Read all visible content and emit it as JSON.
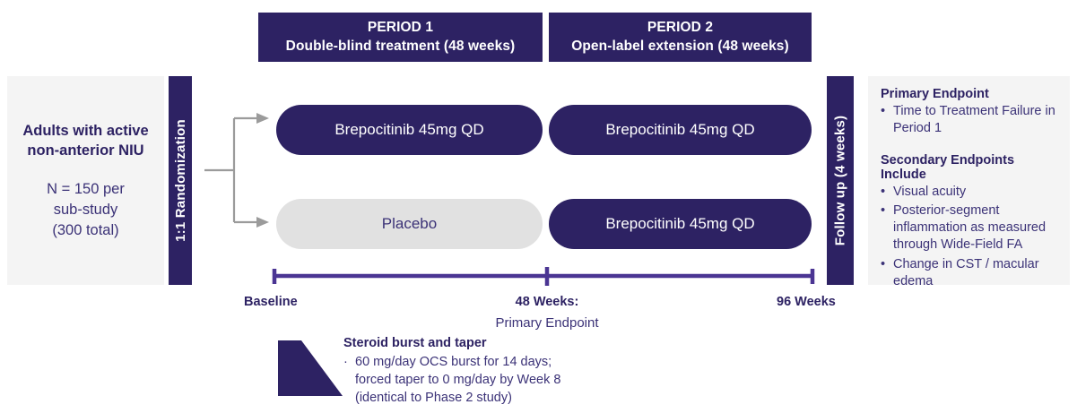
{
  "periods": [
    {
      "title": "PERIOD 1",
      "subtitle": "Double-blind treatment (48 weeks)"
    },
    {
      "title": "PERIOD 2",
      "subtitle": "Open-label extension (48 weeks)"
    }
  ],
  "population": {
    "title": "Adults with active non-anterior NIU",
    "line1": "N = 150 per",
    "line2": "sub-study",
    "line3": "(300 total)"
  },
  "randomization": {
    "label": "1:1 Randomization"
  },
  "followup": {
    "label": "Follow up (4 weeks)"
  },
  "arms": {
    "period1_active": "Brepocitinib 45mg QD",
    "period2_active": "Brepocitinib 45mg QD",
    "period1_placebo": "Placebo",
    "period2_placebo": "Brepocitinib 45mg QD"
  },
  "timeline": {
    "baseline": "Baseline",
    "midpoint": "48 Weeks:",
    "midpoint_sub": "Primary Endpoint",
    "end": "96 Weeks"
  },
  "steroid": {
    "title": "Steroid burst and taper",
    "bullet": "·",
    "line1": "60 mg/day OCS burst for 14 days;",
    "line2": "forced taper to 0 mg/day by Week 8",
    "line3": "(identical to Phase 2 study)"
  },
  "endpoints": {
    "primary_heading": "Primary Endpoint",
    "primary_items": [
      "Time to Treatment Failure in Period 1"
    ],
    "secondary_heading": "Secondary Endpoints Include",
    "secondary_items": [
      "Visual acuity",
      "Posterior-segment inflammation as measured through Wide-Field FA",
      "Change in CST / macular edema"
    ],
    "bullet": "•"
  },
  "colors": {
    "navy": "#2D2263",
    "purple": "#4B3593",
    "panel_grey": "#F4F4F4",
    "placebo_grey": "#E1E1E1",
    "arrow_grey": "#9B9B9B",
    "text_body": "#3B3277"
  }
}
